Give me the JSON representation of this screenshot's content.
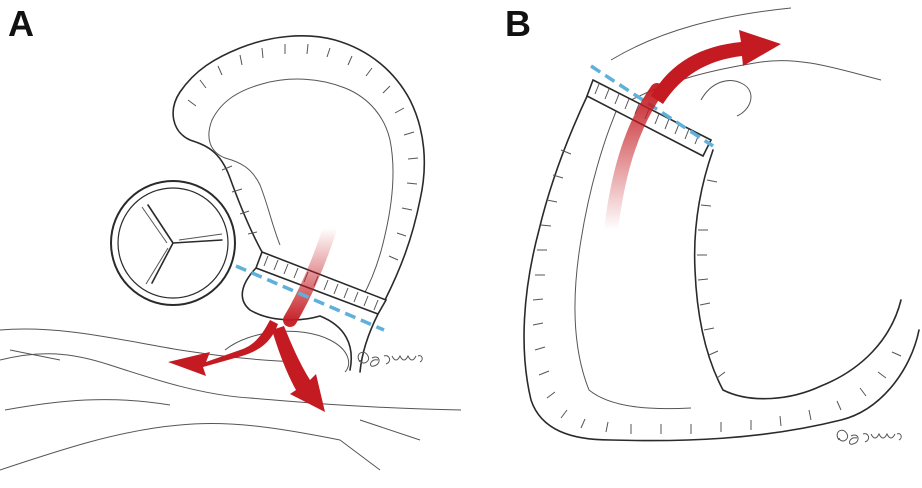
{
  "panels": [
    {
      "id": "A",
      "label": "A"
    },
    {
      "id": "B",
      "label": "B"
    }
  ],
  "colors": {
    "arrow": "#c41a21",
    "cut_line": "#5fb0db",
    "ink": "#2a2a2a",
    "background": "#ffffff"
  }
}
